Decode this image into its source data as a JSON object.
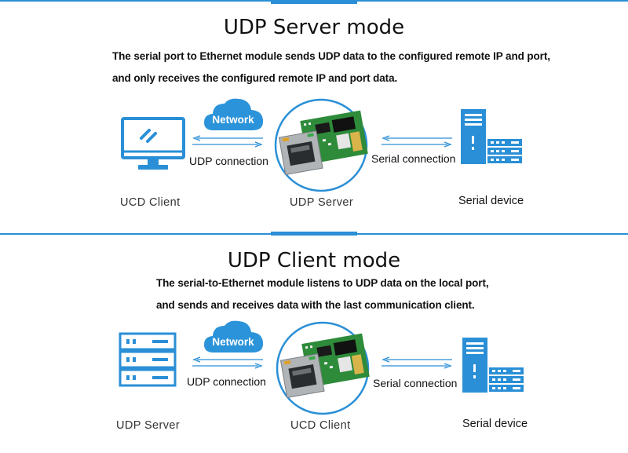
{
  "colors": {
    "accent": "#2a8fd6",
    "cloud": "#2b93d9",
    "board": "#2e8b3a"
  },
  "icons": {
    "monitor": "monitor-icon",
    "server_rack": "server-rack-icon",
    "tower": "tower-server-icon",
    "cloud": "cloud-icon",
    "module": "ethernet-module-image"
  },
  "server_mode": {
    "title": "UDP Server mode",
    "desc_line1": "The serial port to Ethernet module sends UDP data to the configured remote IP and port,",
    "desc_line2": "and only receives the configured remote IP and port data.",
    "network_label": "Network",
    "udp_connection": "UDP connection",
    "serial_connection": "Serial connection",
    "left_caption": "UCD Client",
    "center_caption": "UDP Server",
    "right_caption": "Serial device"
  },
  "client_mode": {
    "title": "UDP Client mode",
    "desc_line1": "The serial-to-Ethernet module listens to UDP data on the local port,",
    "desc_line2": "and sends and receives data with the last communication client.",
    "network_label": "Network",
    "udp_connection": "UDP connection",
    "serial_connection": "Serial connection",
    "left_caption": "UDP Server",
    "center_caption": "UCD Client",
    "right_caption": "Serial device"
  }
}
